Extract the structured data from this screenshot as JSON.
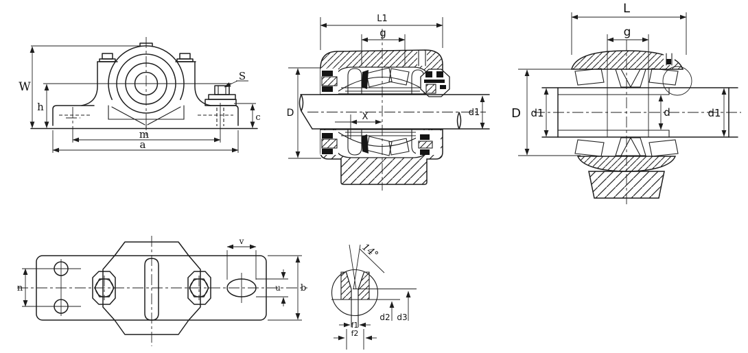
{
  "meta": {
    "drawing_type": "bearing plummer block housing dimensional drawing",
    "background_color": "#ffffff",
    "line_color": "#1d1d1d"
  },
  "views": {
    "front": {
      "title": "housing front view",
      "labels": {
        "W": "W",
        "h": "h",
        "S": "S",
        "c": "c",
        "m": "m",
        "a": "a"
      }
    },
    "section_housing": {
      "title": "housing cross-section with bearing and shaft",
      "labels": {
        "L1": "L1",
        "g": "g",
        "D": "D",
        "X": "X",
        "d1": "d1"
      }
    },
    "section_bearing": {
      "title": "bearing on adapter sleeve cross-section",
      "labels": {
        "L": "L",
        "g": "g",
        "D": "D",
        "d1_left": "d1",
        "d": "d",
        "d1_right": "d1"
      }
    },
    "base_plan": {
      "title": "base plan view",
      "labels": {
        "n": "n",
        "v": "v",
        "u": "u",
        "b": "b"
      }
    },
    "detail": {
      "title": "grease hole detail",
      "labels": {
        "angle": "14°",
        "f1": "f1",
        "f2": "f2",
        "d2": "d2",
        "d3": "d3"
      }
    }
  }
}
